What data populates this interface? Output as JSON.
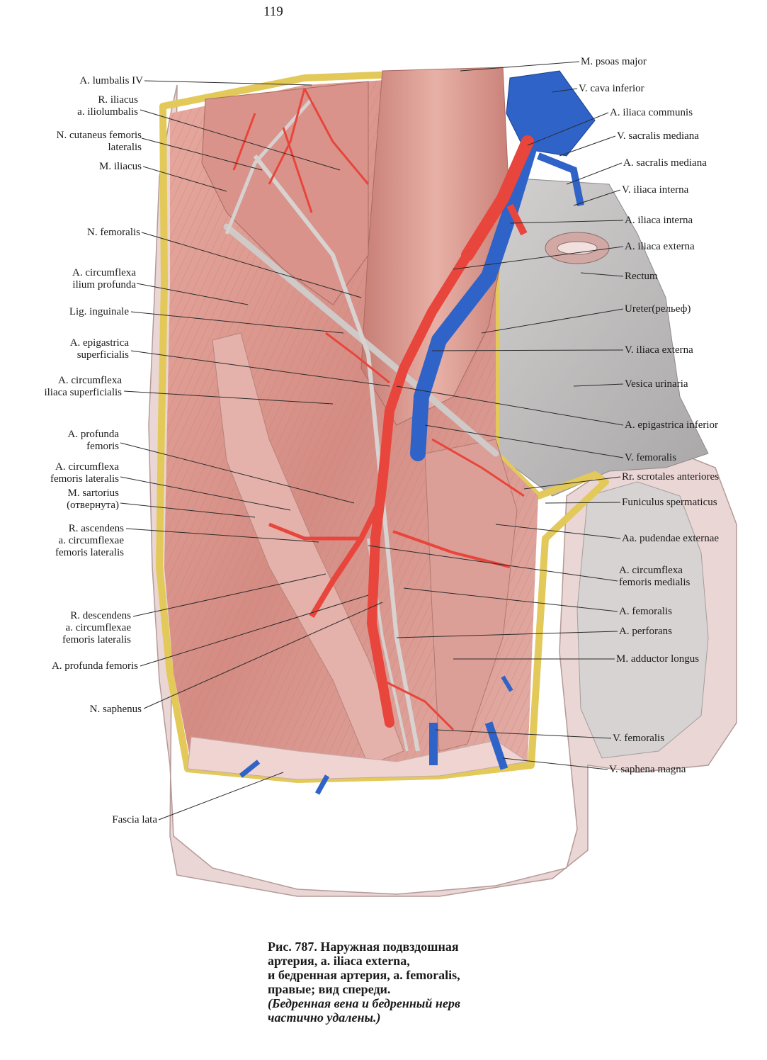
{
  "page_number": "119",
  "labels_left": [
    [
      "A. lumbalis IV"
    ],
    [
      "R. iliacus",
      "a. iliolumbalis"
    ],
    [
      "N. cutaneus femoris",
      "lateralis"
    ],
    [
      "M. iliacus"
    ],
    [
      "N. femoralis"
    ],
    [
      "A. circumflexa",
      "ilium profunda"
    ],
    [
      "Lig. inguinale"
    ],
    [
      "A. epigastrica",
      "superficialis"
    ],
    [
      "A. circumflexa",
      "iliaca superficialis"
    ],
    [
      "A. profunda",
      "femoris"
    ],
    [
      "A. circumflexa",
      "femoris lateralis"
    ],
    [
      "M. sartorius",
      "(отвернута)"
    ],
    [
      "R. ascendens",
      "a. circumflexae",
      "femoris lateralis"
    ],
    [
      "R. descendens",
      "a. circumflexae",
      "femoris lateralis"
    ],
    [
      "A. profunda femoris"
    ],
    [
      "N. saphenus"
    ],
    [
      "Fascia lata"
    ]
  ],
  "labels_right": [
    "M. psoas major",
    "V. cava inferior",
    "A. iliaca communis",
    "V. sacralis mediana",
    "A. sacralis mediana",
    "V. iliaca interna",
    "A. iliaca interna",
    "A. iliaca externa",
    "Rectum",
    "Ureter(рельеф)",
    "V. iliaca externa",
    "Vesica urinaria",
    "A. epigastrica inferior",
    "V. femoralis",
    "Rr. scrotales anteriores",
    "Funiculus spermaticus",
    "Aa. pudendae externae",
    "A. circumflexa\nfemoris medialis",
    "A. femoralis",
    "A. perforans",
    "M. adductor longus",
    "V. femoralis",
    "V. saphena magna"
  ],
  "caption": {
    "line1": "Рис. 787. Наружная подвздошная",
    "line2": "артерия, a. iliaca externa,",
    "line3": "и бедренная артерия, a. femoralis,",
    "line4": "правые; вид спереди.",
    "line5": "(Бедренная вена и бедренный нерв",
    "line6": "частично удалены.)"
  },
  "colors": {
    "artery": "#e8453c",
    "vein": "#2f63c8",
    "muscle": "#d9988f",
    "fat": "#e9d26a",
    "gray_tissue": "#b9b6b6"
  }
}
